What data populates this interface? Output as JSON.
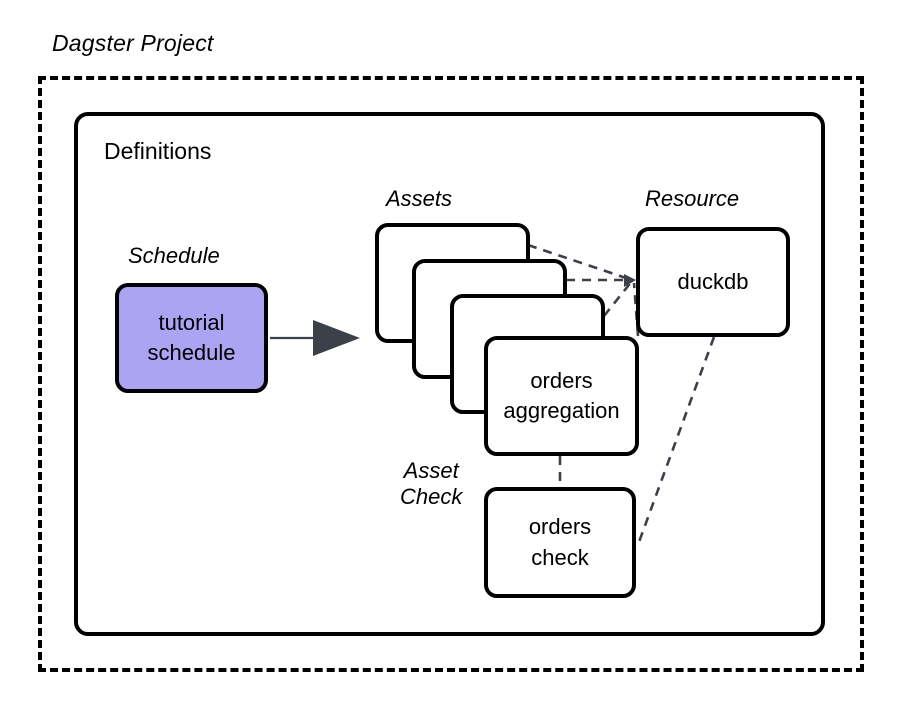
{
  "diagram": {
    "title": "Dagster Project",
    "container": {
      "label": "Definitions"
    },
    "groups": {
      "schedule": "Schedule",
      "assets": "Assets",
      "resource": "Resource",
      "asset_check": "Asset\nCheck"
    },
    "nodes": {
      "schedule": {
        "label": "tutorial\nschedule",
        "fill": "#aba4f2",
        "stroke": "#000000"
      },
      "asset_stack": [
        {
          "label": ""
        },
        {
          "label": ""
        },
        {
          "label": ""
        },
        {
          "label": "orders\naggregation"
        }
      ],
      "resource": {
        "label": "duckdb",
        "fill": "#ffffff",
        "stroke": "#000000"
      },
      "asset_check": {
        "label": "orders\ncheck",
        "fill": "#ffffff",
        "stroke": "#000000"
      }
    },
    "edges": [
      {
        "from": "schedule",
        "to": "assets",
        "style": "solid-arrow",
        "color": "#3b4049"
      },
      {
        "from": "asset-card-1",
        "to": "resource",
        "style": "dashed",
        "color": "#3b4049"
      },
      {
        "from": "asset-card-2",
        "to": "resource",
        "style": "dashed",
        "color": "#3b4049"
      },
      {
        "from": "asset-card-3",
        "to": "resource",
        "style": "dashed",
        "color": "#3b4049"
      },
      {
        "from": "asset-card-4",
        "to": "resource",
        "style": "dashed",
        "color": "#3b4049"
      },
      {
        "from": "orders-aggregation",
        "to": "orders-check",
        "style": "dashed",
        "color": "#3b4049"
      },
      {
        "from": "resource",
        "to": "orders-check",
        "style": "dashed",
        "color": "#3b4049"
      }
    ],
    "colors": {
      "background": "#ffffff",
      "outline": "#000000",
      "schedule_fill": "#aba4f2",
      "connector": "#3b4049"
    }
  }
}
